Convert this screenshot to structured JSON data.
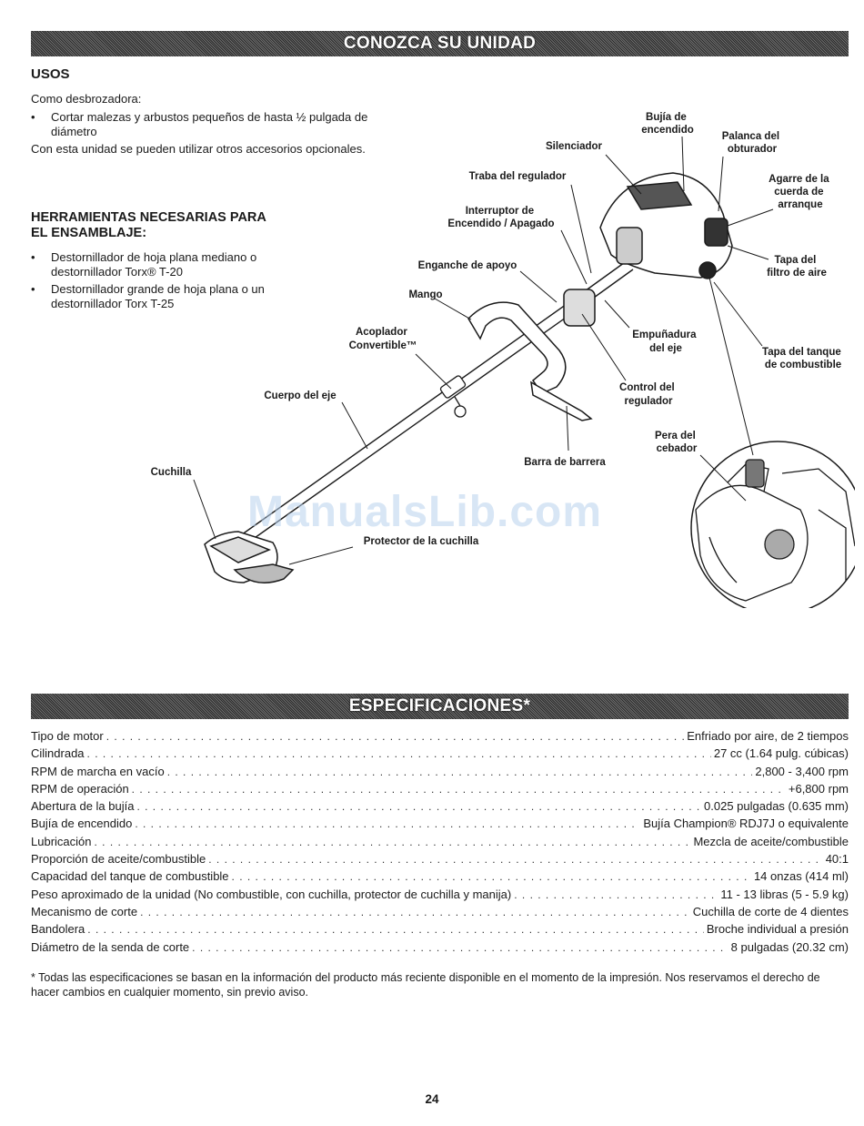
{
  "banner_top": "CONOZCA SU UNIDAD",
  "usos": {
    "heading": "USOS",
    "intro": "Como desbrozadora:",
    "bullet_line1": "Cortar malezas y arbustos pequeños de hasta ½ pulgada de",
    "bullet_line2": "diámetro",
    "note": "Con esta unidad se pueden utilizar otros accesorios opcionales."
  },
  "tools": {
    "heading_line1": "HERRAMIENTAS NECESARIAS PARA",
    "heading_line2": "EL ENSAMBLAJE:",
    "items": [
      {
        "line1": "Destornillador de hoja plana mediano o",
        "line2": "destornillador Torx® T-20"
      },
      {
        "line1": "Destornillador grande de hoja plana o un",
        "line2": "destornillador Torx T-25"
      }
    ]
  },
  "diagram": {
    "bujia": [
      "Bujía de",
      "encendido"
    ],
    "palanca": [
      "Palanca del",
      "obturador"
    ],
    "silenciador": "Silenciador",
    "traba": "Traba del regulador",
    "agarre": [
      "Agarre de la",
      "cuerda de",
      "arranque"
    ],
    "interruptor": [
      "Interruptor de",
      "Encendido / Apagado"
    ],
    "tapa_filtro": [
      "Tapa del",
      "filtro de aire"
    ],
    "enganche": "Enganche de apoyo",
    "mango": "Mango",
    "empunadura": [
      "Empuñadura",
      "del eje"
    ],
    "tapa_tanque": [
      "Tapa del tanque",
      "de combustible"
    ],
    "acoplador": [
      "Acoplador",
      "Convertible™"
    ],
    "control": [
      "Control del",
      "regulador"
    ],
    "cuerpo": "Cuerpo del eje",
    "pera": [
      "Pera del",
      "cebador"
    ],
    "barra": "Barra de barrera",
    "cuchilla": "Cuchilla",
    "protector": "Protector de la cuchilla"
  },
  "watermark": "ManualsLib.com",
  "banner_specs": "ESPECIFICACIONES*",
  "specs": [
    {
      "label": "Tipo de motor",
      "value": "Enfriado por aire, de 2 tiempos"
    },
    {
      "label": "Cilindrada",
      "value": "27 cc (1.64 pulg. cúbicas)"
    },
    {
      "label": "RPM de marcha en vacío",
      "value": "2,800 - 3,400 rpm"
    },
    {
      "label": "RPM de operación",
      "value": "+6,800 rpm"
    },
    {
      "label": "Abertura de la bujía",
      "value": "0.025 pulgadas (0.635 mm)"
    },
    {
      "label": "Bujía de encendido",
      "value": "Bujía Champion® RDJ7J o equivalente"
    },
    {
      "label": "Lubricación",
      "value": "Mezcla de aceite/combustible"
    },
    {
      "label": "Proporción de aceite/combustible",
      "value": "40:1"
    },
    {
      "label": "Capacidad del tanque de combustible",
      "value": "14 onzas (414 ml)"
    },
    {
      "label": "Peso aproximado de la unidad (No combustible, con cuchilla, protector de cuchilla y manija)",
      "value": "11 - 13 libras (5 - 5.9 kg)"
    },
    {
      "label": "Mecanismo de corte",
      "value": "Cuchilla de corte de 4 dientes"
    },
    {
      "label": "Bandolera",
      "value": "Broche individual a presión"
    },
    {
      "label": "Diámetro de la senda de corte",
      "value": "8 pulgadas (20.32 cm)"
    }
  ],
  "footnote": "* Todas las especificaciones se basan en la información del producto más reciente disponible en el momento de la impresión. Nos reservamos el derecho de hacer cambios en cualquier momento, sin previo aviso.",
  "page_number": "24"
}
